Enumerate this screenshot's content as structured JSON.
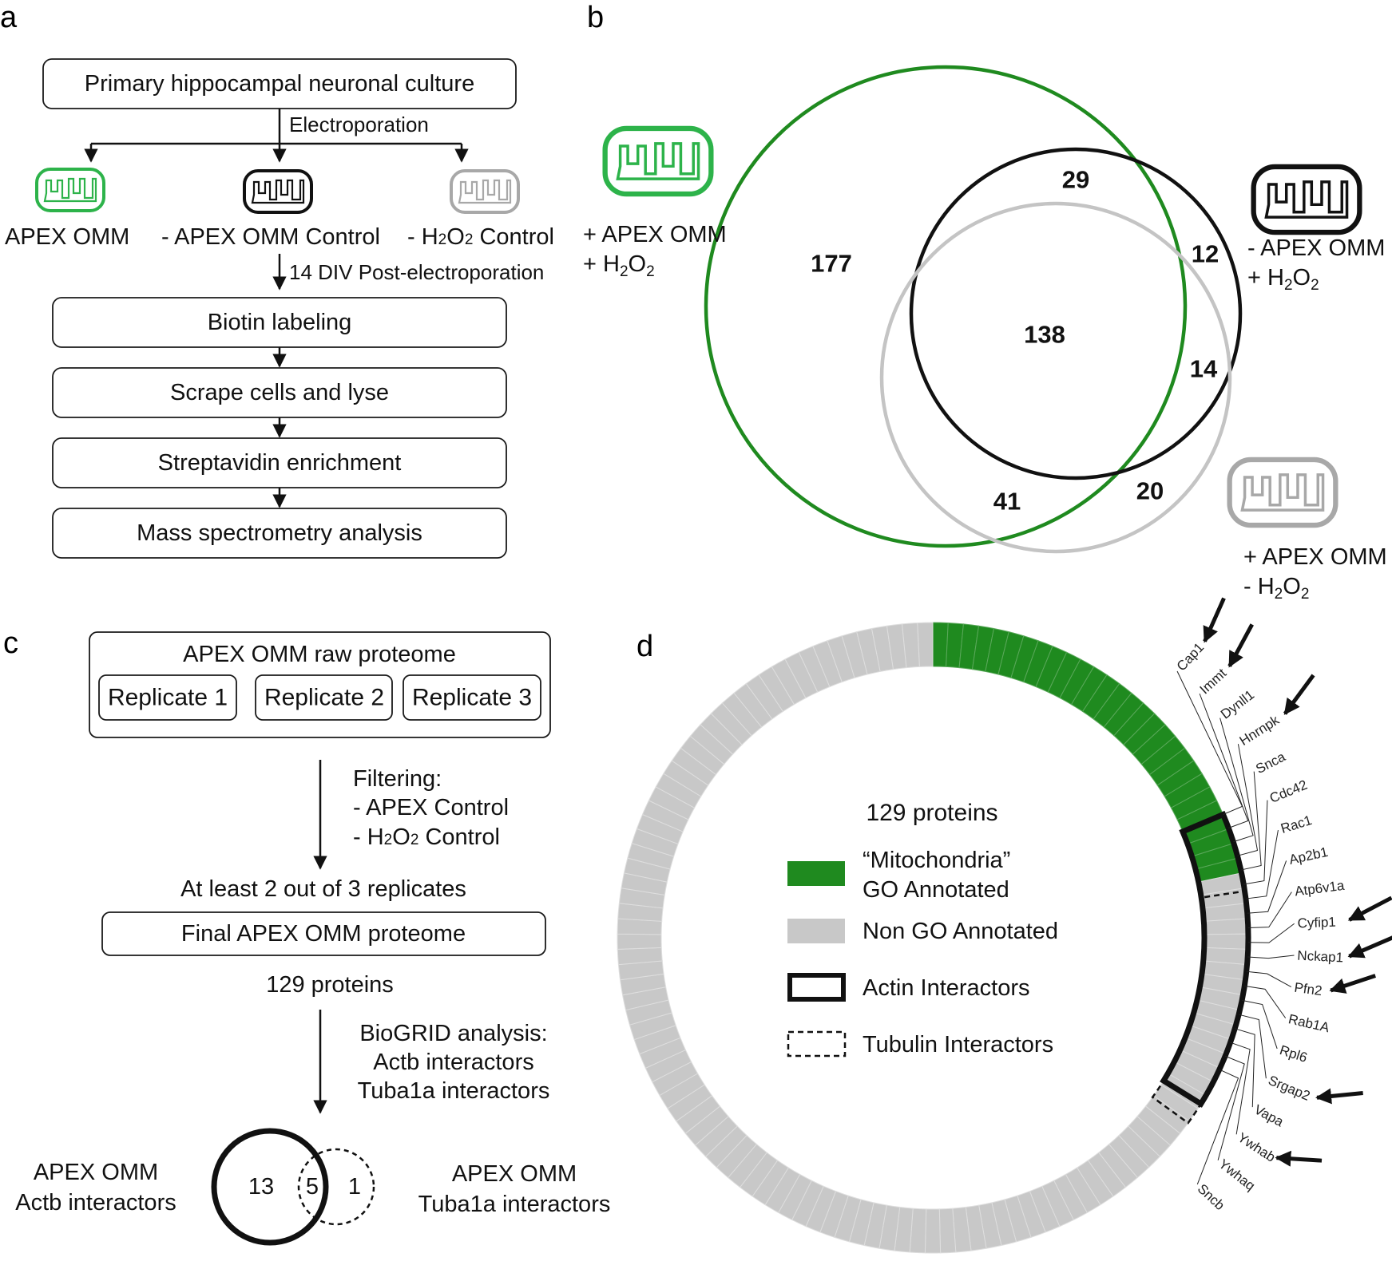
{
  "panel_labels": {
    "a": "a",
    "b": "b",
    "c": "c",
    "d": "d"
  },
  "panel_a": {
    "top_box": "Primary hippocampal neuronal culture",
    "branch_label": "Electroporation",
    "conditions": [
      "APEX OMM",
      "- APEX OMM Control",
      "- H",
      "2",
      "O",
      "2",
      " Control"
    ],
    "condition_colors": [
      "#2db34a",
      "#111111",
      "#a8a8a8"
    ],
    "arrow_label": "14 DIV Post-electroporation",
    "steps": [
      "Biotin labeling",
      "Scrape cells and lyse",
      "Streptavidin enrichment",
      "Mass spectrometry analysis"
    ]
  },
  "panel_b": {
    "left_label_1": "+ APEX OMM",
    "left_label_2": "+ H",
    "sub_2": "2",
    "o_letter": "O",
    "right_top_1": "- APEX OMM",
    "right_top_2": "+ H",
    "right_bottom_1": "+ APEX OMM",
    "right_bottom_2": "- H",
    "circle_colors": {
      "apex": "#1f8a1f",
      "no_apex": "#111111",
      "no_h2o2": "#c4c4c4"
    },
    "regions": {
      "apex_only": "177",
      "noapex_only": "29",
      "all_three": "138",
      "apex_noapex": "12",
      "noapex_noh2o2": "14",
      "apex_noh2o2": "41",
      "noh2o2_only": "20"
    }
  },
  "panel_c": {
    "raw_title": "APEX OMM raw proteome",
    "replicates": [
      "Replicate 1",
      "Replicate 2",
      "Replicate 3"
    ],
    "filter_1": "Filtering:",
    "filter_2": "- APEX Control",
    "filter_3a": "- H",
    "filter_3b": "2",
    "filter_3c": "O",
    "filter_3d": "2",
    "filter_3e": " Control",
    "criteria": "At least 2 out of 3 replicates",
    "final_box": "Final APEX OMM proteome",
    "count": "129 proteins",
    "biogrid_1": "BioGRID analysis:",
    "biogrid_2": "Actb interactors",
    "biogrid_3": "Tuba1a interactors",
    "venn_left_1": "APEX OMM",
    "venn_left_2": "Actb interactors",
    "venn_right_1": "APEX OMM",
    "venn_right_2": "Tuba1a interactors",
    "venn_actb_only": "13",
    "venn_both": "5",
    "venn_tuba_only": "1"
  },
  "panel_d": {
    "total": 129,
    "mito_count": 28,
    "center_title": "129 proteins",
    "legend": {
      "mito_1": "“Mitochondria”",
      "mito_2": "GO Annotated",
      "non_go": "Non GO Annotated",
      "actin": "Actin Interactors",
      "tubulin": "Tubulin Interactors"
    },
    "colors": {
      "mito": "#1f8a1f",
      "non_go": "#c8c8c8"
    },
    "genes": [
      "Cap1",
      "Immt",
      "Dynll1",
      "Hnrnpk",
      "Snca",
      "Cdc42",
      "Rac1",
      "Ap2b1",
      "Atp6v1a",
      "Cyfip1",
      "Nckap1",
      "Pfn2",
      "Rab1A",
      "Rpl6",
      "Srgap2",
      "Vapa",
      "Ywhab",
      "Ywhaq",
      "Sncb"
    ],
    "arrow_genes": [
      "Cap1",
      "Immt",
      "Hnrnpk",
      "Cyfip1",
      "Nckap1",
      "Pfn2",
      "Srgap2",
      "Ywhab"
    ]
  }
}
